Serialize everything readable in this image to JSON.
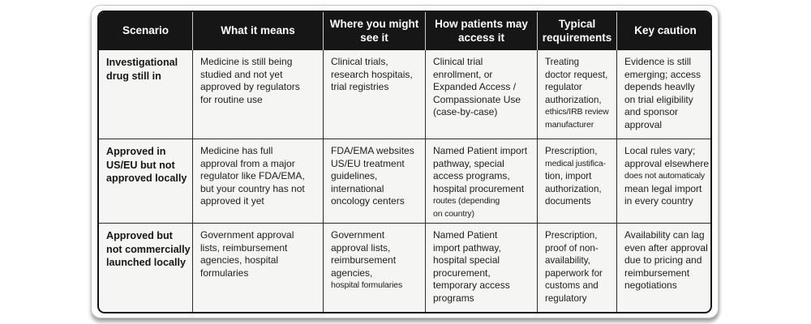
{
  "colors": {
    "header_bg": "#161616",
    "header_text": "#ffffff",
    "body_bg": "#f5f5f3",
    "grid_border": "#2d2d2d",
    "outer_border": "#121212"
  },
  "table": {
    "columns": [
      {
        "id": "scenario",
        "label": "Scenario"
      },
      {
        "id": "meaning",
        "label": "What it means"
      },
      {
        "id": "where",
        "label": "Where you might see it"
      },
      {
        "id": "access",
        "label": "How patients may access it"
      },
      {
        "id": "requirements",
        "label": "Typical requirements"
      },
      {
        "id": "caution",
        "label": "Key caution"
      }
    ],
    "rows": [
      {
        "cells": [
          {
            "bold": true,
            "lines": [
              {
                "text": "Investigational"
              },
              {
                "text": "drug still in"
              }
            ]
          },
          {
            "lines": [
              {
                "text": "Medicine is still being"
              },
              {
                "text": "studied and not yet"
              },
              {
                "text": "approved by regulators"
              },
              {
                "text": "for routine use"
              }
            ]
          },
          {
            "lines": [
              {
                "text": "Clinical trials,"
              },
              {
                "text": "research hospitais,"
              },
              {
                "text": "trial registries"
              }
            ]
          },
          {
            "lines": [
              {
                "text": "Clinical trial"
              },
              {
                "text": "enrollment, or"
              },
              {
                "text": "Expanded Access /"
              },
              {
                "text": "Compassionate Use"
              },
              {
                "text": "(case-by-case)"
              }
            ]
          },
          {
            "lines": [
              {
                "text": "Treating"
              },
              {
                "text": "doctor request,"
              },
              {
                "text": "regulator"
              },
              {
                "text": "authorization,"
              },
              {
                "text": "ethics/IRB review",
                "small": true
              },
              {
                "text": "manufacturer",
                "small": true
              }
            ]
          },
          {
            "lines": [
              {
                "text": "Evidence is still"
              },
              {
                "text": "emerging; access"
              },
              {
                "text": "depends heavlly"
              },
              {
                "text": "on trial eligibility"
              },
              {
                "text": "and sponsor"
              },
              {
                "text": "approval"
              }
            ]
          }
        ]
      },
      {
        "cells": [
          {
            "bold": true,
            "lines": [
              {
                "text": "Approved in"
              },
              {
                "text": "US/EU but not"
              },
              {
                "text": "approved locally"
              }
            ]
          },
          {
            "lines": [
              {
                "text": "Medicine has full"
              },
              {
                "text": "approval from a major"
              },
              {
                "text": "regulator like FDA/EMA,"
              },
              {
                "text": "but your country has not"
              },
              {
                "text": "approved it yet"
              }
            ]
          },
          {
            "lines": [
              {
                "text": "FDA/EMA websites"
              },
              {
                "text": "US/EU treatment"
              },
              {
                "text": "guidelines,"
              },
              {
                "text": "international"
              },
              {
                "text": "oncology centers"
              }
            ]
          },
          {
            "lines": [
              {
                "text": "Named Patient import"
              },
              {
                "text": "pathway, special"
              },
              {
                "text": "access programs,"
              },
              {
                "text": "hospital procurement"
              },
              {
                "text": "routes (depending",
                "small": true
              },
              {
                "text": "on country)",
                "small": true
              }
            ]
          },
          {
            "lines": [
              {
                "text": "Prescription,"
              },
              {
                "text": "medical justifica-",
                "small": true
              },
              {
                "text": "tion, import"
              },
              {
                "text": "authorization,"
              },
              {
                "text": "documents"
              }
            ]
          },
          {
            "lines": [
              {
                "text": "Local rules vary;"
              },
              {
                "text": "approval elsewhere"
              },
              {
                "text": "does not automaticaly",
                "small": true
              },
              {
                "text": "mean legal import"
              },
              {
                "text": "in every country"
              }
            ]
          }
        ]
      },
      {
        "cells": [
          {
            "bold": true,
            "lines": [
              {
                "text": "Approved but"
              },
              {
                "text": "not commercially"
              },
              {
                "text": "launched locally"
              }
            ]
          },
          {
            "lines": [
              {
                "text": "Government approval"
              },
              {
                "text": "lists, reimbursement"
              },
              {
                "text": "agencies, hospital"
              },
              {
                "text": "formularies"
              }
            ]
          },
          {
            "lines": [
              {
                "text": "Government"
              },
              {
                "text": "approval lists,"
              },
              {
                "text": "reimbursement"
              },
              {
                "text": "agencies,"
              },
              {
                "text": "hospital formularies",
                "small": true
              }
            ]
          },
          {
            "lines": [
              {
                "text": "Named Patient"
              },
              {
                "text": "import pathway,"
              },
              {
                "text": "hospital special"
              },
              {
                "text": "procurement,"
              },
              {
                "text": "temporary access"
              },
              {
                "text": "programs"
              }
            ]
          },
          {
            "lines": [
              {
                "text": "Prescription,"
              },
              {
                "text": "proof of non-"
              },
              {
                "text": "availability,"
              },
              {
                "text": "paperwork for"
              },
              {
                "text": "customs and"
              },
              {
                "text": "regulatory"
              }
            ]
          },
          {
            "lines": [
              {
                "text": "Availability can lag"
              },
              {
                "text": "even after approval"
              },
              {
                "text": "due to pricing and"
              },
              {
                "text": "reimbursement"
              },
              {
                "text": "negotiations"
              }
            ]
          }
        ]
      }
    ]
  }
}
